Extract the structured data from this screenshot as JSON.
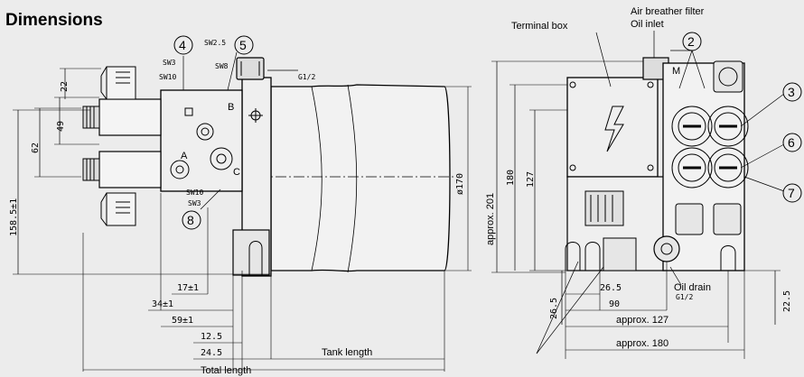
{
  "title": "Dimensions",
  "labels": {
    "terminal_box": "Terminal box",
    "air_breather": "Air breather filter",
    "oil_inlet": "Oil inlet",
    "oil_drain": "Oil drain",
    "oil_drain_thread": "G1/2",
    "tank_length": "Tank length",
    "total_length": "Total length",
    "port_thread": "G1/2",
    "diameter": "ø170",
    "m": "M",
    "a": "A",
    "b": "B",
    "c": "C"
  },
  "callouts": [
    "2",
    "3",
    "4",
    "5",
    "6",
    "7",
    "8"
  ],
  "wrench": {
    "sw3_top": "SW3",
    "sw10_top": "SW10",
    "sw25": "SW2.5",
    "sw8": "SW8",
    "sw10_bot": "SW10",
    "sw3_bot": "SW3"
  },
  "dims": {
    "d22_left": "22",
    "d49": "49",
    "d62": "62",
    "d158": "158.5±1",
    "d17": "17±1",
    "d34": "34±1",
    "d59": "59±1",
    "d12_5": "12.5",
    "d24_5": "24.5",
    "d201": "approx. 201",
    "d180_v": "180",
    "d127_v": "127",
    "d26_5_v": "26.5",
    "d26_5_h": "26.5",
    "d90": "90",
    "d127_h": "approx. 127",
    "d180_h": "approx. 180",
    "d22_5": "22.5"
  }
}
